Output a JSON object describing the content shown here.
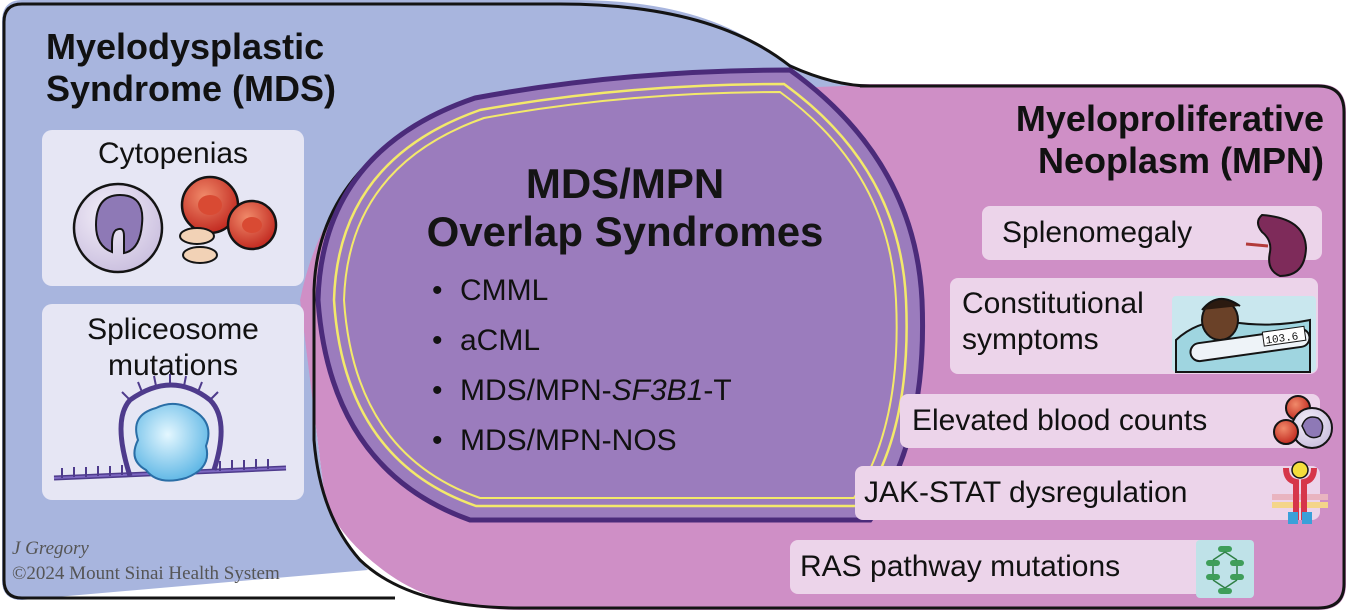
{
  "mds": {
    "title_line1": "Myelodysplastic",
    "title_line2": "Syndrome (MDS)",
    "cards": [
      {
        "label_line1": "Cytopenias",
        "label_line2": ""
      },
      {
        "label_line1": "Spliceosome",
        "label_line2": "mutations"
      }
    ]
  },
  "mpn": {
    "title_line1": "Myeloproliferative",
    "title_line2": "Neoplasm (MPN)",
    "features": [
      {
        "label_line1": "Splenomegaly",
        "label_line2": ""
      },
      {
        "label_line1": "Constitutional",
        "label_line2": "symptoms"
      },
      {
        "label_line1": "Elevated blood counts",
        "label_line2": ""
      },
      {
        "label_line1": "JAK-STAT dysregulation",
        "label_line2": ""
      },
      {
        "label_line1": "RAS pathway mutations",
        "label_line2": ""
      }
    ],
    "thermometer_reading": "103.6"
  },
  "overlap": {
    "title_line1": "MDS/MPN",
    "title_line2": "Overlap Syndromes",
    "bullet_symbol": "•",
    "items": [
      {
        "prefix": "CMML",
        "italic": "",
        "suffix": ""
      },
      {
        "prefix": "aCML",
        "italic": "",
        "suffix": ""
      },
      {
        "prefix": "MDS/MPN-",
        "italic": "SF3B1",
        "suffix": "-T"
      },
      {
        "prefix": "MDS/MPN-NOS",
        "italic": "",
        "suffix": ""
      }
    ]
  },
  "credits": {
    "author": "J Gregory",
    "copyright": "©2024 Mount Sinai Health System"
  },
  "colors": {
    "mds_fill": "#a8b5de",
    "mpn_fill": "#cf8fc6",
    "overlap_fill": "#9b7cbd",
    "overlap_border": "#4b2b7a",
    "overlap_highlight": "#f3e96a",
    "card_fill": "#ece7f4",
    "outline": "#141414"
  }
}
